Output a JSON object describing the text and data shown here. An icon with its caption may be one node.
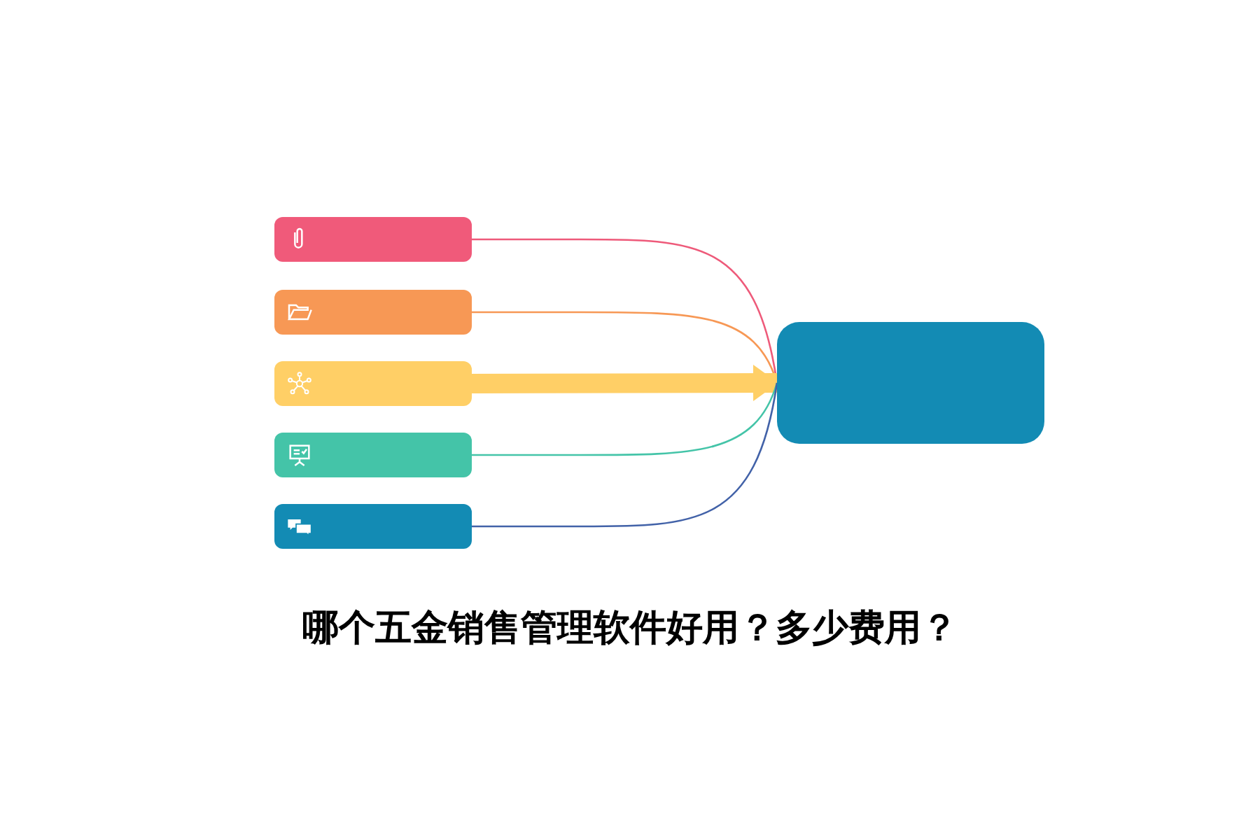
{
  "diagram": {
    "title": "哪个五金销售管理软件好用？多少费用？",
    "nodes": [
      {
        "text": [],
        "shape": "box"
      },
      {
        "text": [],
        "shape": "box"
      },
      {
        "text": [],
        "shape": "box"
      },
      {
        "text": [],
        "shape": "box"
      },
      {
        "text": [],
        "shape": "box"
      },
      {
        "text": [],
        "shape": "box"
      }
    ],
    "edges": [
      {
        "from": 0,
        "to": 5,
        "arrow": "none",
        "color": "#ee5a7a"
      },
      {
        "from": 1,
        "to": 5,
        "arrow": "none",
        "color": "#f79855"
      },
      {
        "from": 2,
        "to": 5,
        "arrow": "to",
        "style": "thick",
        "color": "#ffcf66"
      },
      {
        "from": 3,
        "to": 5,
        "arrow": "none",
        "color": "#44c4a8"
      },
      {
        "from": 4,
        "to": 5,
        "arrow": "none",
        "color": "#4262a8"
      }
    ]
  }
}
